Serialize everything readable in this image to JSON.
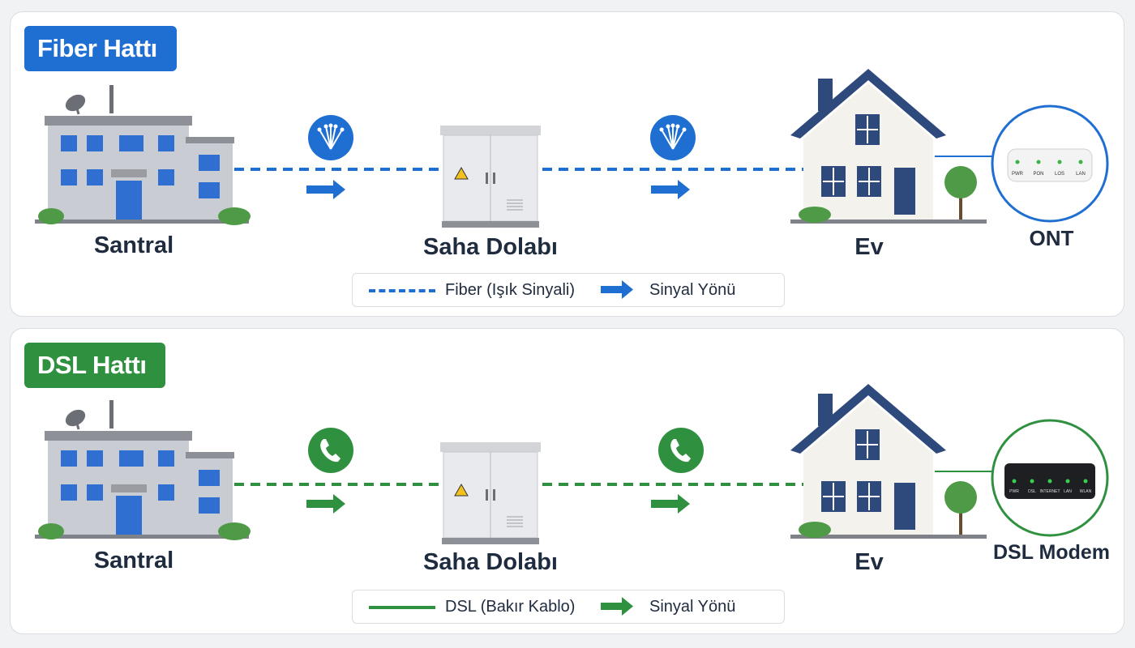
{
  "colors": {
    "fiber": "#1f6fd2",
    "dsl": "#2f9140",
    "text": "#1f2b3e",
    "building": "#c9ccd2",
    "window": "#2f6fd1",
    "roof": "#2e4a7c"
  },
  "fiber": {
    "badge": "Fiber Hattı",
    "labels": {
      "santral": "Santral",
      "cabinet": "Saha Dolabı",
      "home": "Ev",
      "device": "ONT"
    },
    "device_ports": [
      "PWR",
      "PON",
      "LOS",
      "LAN"
    ],
    "legend": {
      "line": "Fiber (Işık Sinyali)",
      "arrow": "Sinyal Yönü"
    },
    "icon": "fiber-optic-icon"
  },
  "dsl": {
    "badge": "DSL Hattı",
    "labels": {
      "santral": "Santral",
      "cabinet": "Saha Dolabı",
      "home": "Ev",
      "device": "DSL Modem"
    },
    "device_ports": [
      "PWR",
      "DSL",
      "INTERNET",
      "LAN",
      "WLAN"
    ],
    "legend": {
      "line": "DSL (Bakır Kablo)",
      "arrow": "Sinyal Yönü"
    },
    "icon": "phone-icon"
  }
}
